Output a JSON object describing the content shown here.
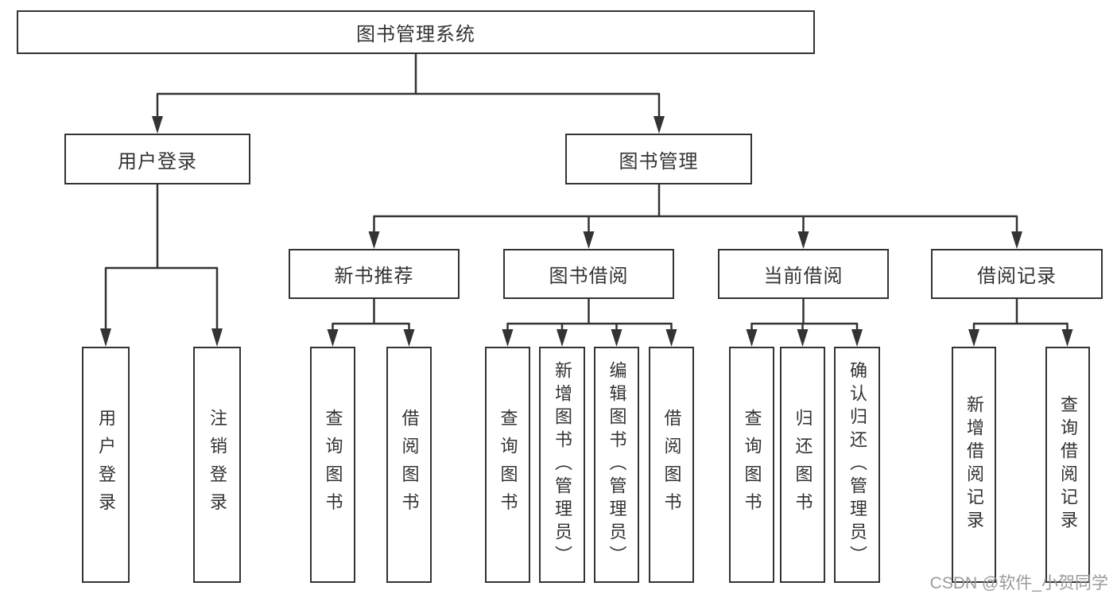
{
  "root": {
    "label": "图书管理系统"
  },
  "branches": {
    "user_login": {
      "label": "用户登录",
      "children": [
        {
          "label": "用户登录"
        },
        {
          "label": "注销登录"
        }
      ]
    },
    "book_mgmt": {
      "label": "图书管理",
      "children": [
        {
          "label": "新书推荐",
          "children": [
            {
              "label": "查询图书"
            },
            {
              "label": "借阅图书"
            }
          ]
        },
        {
          "label": "图书借阅",
          "children": [
            {
              "label": "查询图书"
            },
            {
              "label": "新增图书（管理员）"
            },
            {
              "label": "编辑图书（管理员）"
            },
            {
              "label": "借阅图书"
            }
          ]
        },
        {
          "label": "当前借阅",
          "children": [
            {
              "label": "查询图书"
            },
            {
              "label": "归还图书"
            },
            {
              "label": "确认归还（管理员）"
            }
          ]
        },
        {
          "label": "借阅记录",
          "children": [
            {
              "label": "新增借阅记录"
            },
            {
              "label": "查询借阅记录"
            }
          ]
        }
      ]
    }
  },
  "watermark": {
    "text": "CSDN @软件_小贺同学"
  },
  "colors": {
    "line": "#333333",
    "box_border": "#333333",
    "text": "#333333",
    "watermark": "#9b9b9b",
    "background": "#ffffff"
  }
}
